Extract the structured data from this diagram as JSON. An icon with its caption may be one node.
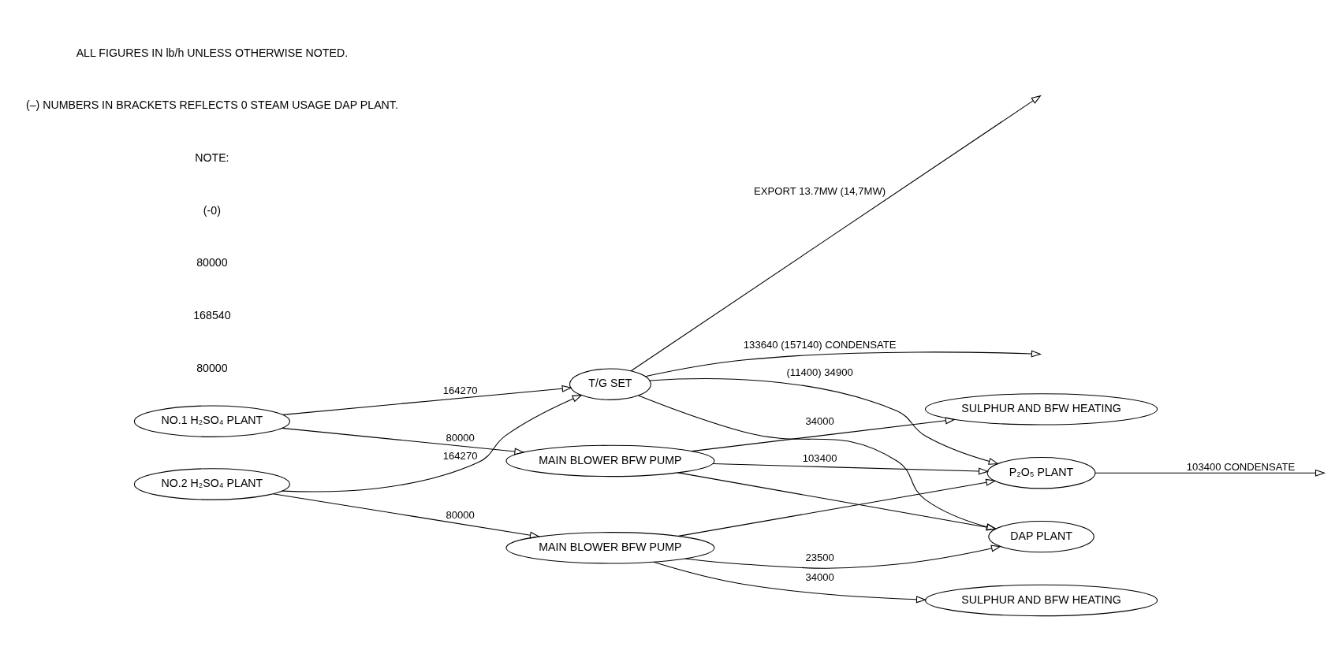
{
  "diagram": {
    "nodes": [
      {
        "text": [
          "NO.1 H₂SO₄ PLANT"
        ]
      },
      {
        "text": [
          "MAIN BLOWER BFW PUMP"
        ]
      },
      {
        "text": [
          "T/G SET"
        ]
      },
      {
        "text": [
          "SULPHUR AND BFW HEATING"
        ]
      },
      {
        "text": [
          "P₂O₅ PLANT"
        ]
      },
      {
        "text": [
          "DAP PLANT"
        ]
      },
      {
        "text": [
          "SULPHUR AND BFW HEATING"
        ]
      },
      {
        "text": [
          "NO.2 H₂SO₄ PLANT"
        ]
      },
      {
        "text": [
          "MAIN BLOWER BFW PUMP"
        ]
      }
    ],
    "edges": [
      {
        "from": 0,
        "to": 1,
        "arrow": "to",
        "label": "80000"
      },
      {
        "from": 0,
        "to": 2,
        "arrow": "to",
        "label": "164270"
      },
      {
        "from": 7,
        "to": 8,
        "arrow": "to",
        "label": "80000"
      },
      {
        "from": 7,
        "to": 2,
        "arrow": "to",
        "label": "164270"
      },
      {
        "from": 2,
        "to": null,
        "arrow": "to",
        "label": "EXPORT 13.7MW (14,7MW)"
      },
      {
        "from": 2,
        "to": null,
        "arrow": "to",
        "label": "133640 (157140) CONDENSATE"
      },
      {
        "from": 1,
        "to": 3,
        "arrow": "to",
        "label": "34000"
      },
      {
        "from": 1,
        "to": 4,
        "arrow": "to",
        "label": "103400"
      },
      {
        "from": 1,
        "to": 5,
        "arrow": "to"
      },
      {
        "from": 2,
        "to": 4,
        "arrow": "to",
        "label": "(11400) 34900"
      },
      {
        "from": 2,
        "to": 5,
        "arrow": "to"
      },
      {
        "from": 8,
        "to": 6,
        "arrow": "to",
        "label": "34000"
      },
      {
        "from": 8,
        "to": 4,
        "arrow": "to"
      },
      {
        "from": 8,
        "to": 5,
        "arrow": "to",
        "label": "23500"
      },
      {
        "from": 4,
        "to": null,
        "arrow": "to",
        "label": "103400 CONDENSATE"
      }
    ],
    "labels": [
      "80000",
      "168540",
      "80000",
      "(-0)",
      "NOTE:",
      "(–) NUMBERS IN BRACKETS REFLECTS 0 STEAM USAGE DAP PLANT.",
      "ALL FIGURES IN lb/h UNLESS OTHERWISE NOTED."
    ]
  }
}
